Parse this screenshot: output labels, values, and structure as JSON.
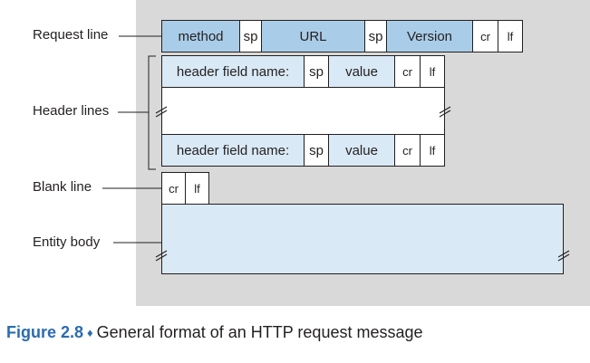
{
  "labels": {
    "request_line": "Request line",
    "header_lines": "Header lines",
    "blank_line": "Blank line",
    "entity_body": "Entity body"
  },
  "request_line": {
    "method": "method",
    "sp1": "sp",
    "url": "URL",
    "sp2": "sp",
    "version": "Version",
    "cr": "cr",
    "lf": "lf"
  },
  "header_row_1": {
    "name": "header field name:",
    "sp": "sp",
    "value": "value",
    "cr": "cr",
    "lf": "lf"
  },
  "header_row_2": {
    "name": "header field name:",
    "sp": "sp",
    "value": "value",
    "cr": "cr",
    "lf": "lf"
  },
  "blank_line": {
    "cr": "cr",
    "lf": "lf"
  },
  "caption": {
    "figure_number": "Figure 2.8",
    "text": "General format of an HTTP request message"
  },
  "colors": {
    "panel": "#d9d9d9",
    "dark_blue_cell": "#a9cde8",
    "light_blue_cell": "#d9e9f5",
    "figure_label": "#2b6cb0"
  }
}
